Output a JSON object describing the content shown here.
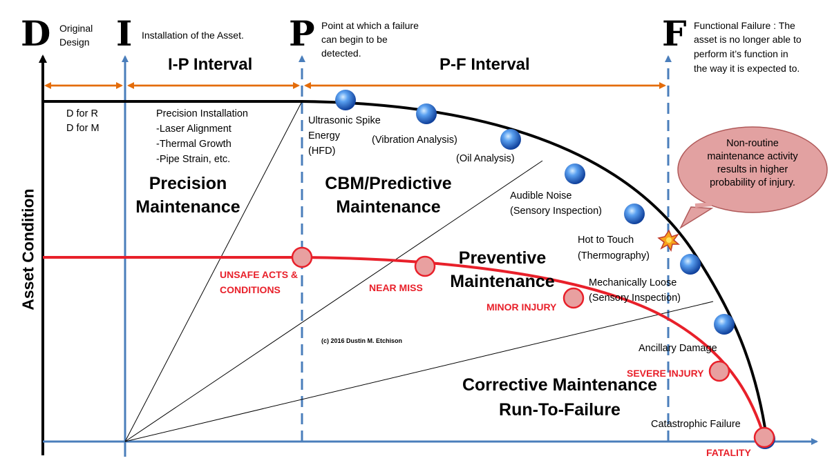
{
  "title": "",
  "legend_points": [
    {
      "letter": "D",
      "desc": [
        "Original",
        "Design"
      ]
    },
    {
      "letter": "I",
      "desc": [
        "Installation of the Asset."
      ]
    },
    {
      "letter": "P",
      "desc": [
        "Point at which a failure",
        "can begin to be",
        "detected."
      ]
    },
    {
      "letter": "F",
      "desc": [
        "Functional Failure : The",
        "asset is no longer able to",
        "perform it’s function in",
        "the way it is expected to."
      ]
    }
  ],
  "intervals": {
    "ip": "I-P Interval",
    "pf": "P-F Interval"
  },
  "y_axis_label": "Asset Condition",
  "d_notes": [
    "D for R",
    "D for M"
  ],
  "precision_installation": [
    "Precision Installation",
    "-Laser Alignment",
    "-Thermal Growth",
    "-Pipe Strain, etc."
  ],
  "zones": {
    "precision": [
      "Precision",
      "Maintenance"
    ],
    "cbm": [
      "CBM/Predictive",
      "Maintenance"
    ],
    "preventive": [
      "Preventive",
      "Maintenance"
    ],
    "corrective": [
      "Corrective Maintenance",
      "Run-To-Failure"
    ]
  },
  "detection_points": [
    {
      "label": [
        "Ultrasonic Spike",
        "Energy",
        "(HFD)"
      ]
    },
    {
      "label": [
        "(Vibration Analysis)"
      ]
    },
    {
      "label": [
        "(Oil Analysis)"
      ]
    },
    {
      "label": [
        "Audible Noise",
        "(Sensory Inspection)"
      ]
    },
    {
      "label": [
        "Hot to Touch",
        "(Thermography)"
      ]
    },
    {
      "label": [
        "Mechanically Loose",
        "(Sensory Inspection)"
      ]
    },
    {
      "label": [
        "Ancillary Damage"
      ]
    },
    {
      "label": [
        "Catastrophic Failure"
      ]
    }
  ],
  "safety_points": [
    {
      "label": [
        "UNSAFE ACTS &",
        "CONDITIONS"
      ]
    },
    {
      "label": [
        "NEAR MISS"
      ]
    },
    {
      "label": [
        "MINOR INJURY"
      ]
    },
    {
      "label": [
        "SEVERE INJURY"
      ]
    },
    {
      "label": [
        "FATALITY"
      ]
    }
  ],
  "callout": [
    "Non-routine",
    "maintenance activity",
    "results in higher",
    "probability of injury."
  ],
  "copyright": "(c) 2016 Dustin M. Etchison",
  "colors": {
    "axis_blue": "#4a7ebb",
    "interval_orange": "#e46c0a",
    "safety_red": "#e8202a",
    "marker_pink": "#e8a0a0",
    "callout_fill": "#e2a1a1",
    "sphere_blue": "#2a6fd6"
  }
}
